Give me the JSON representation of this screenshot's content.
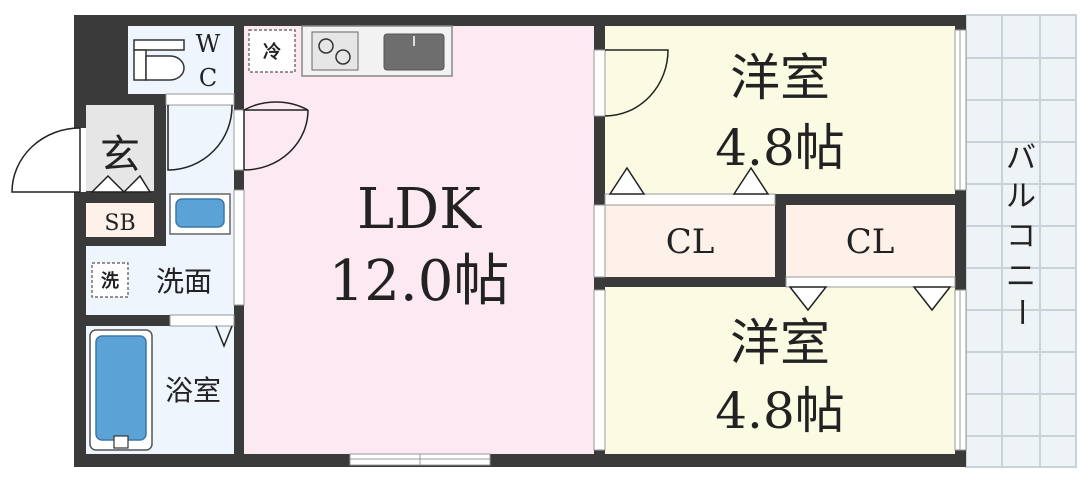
{
  "floorplan": {
    "rooms": {
      "ldk": {
        "name": "LDK",
        "size": "12.0帖"
      },
      "western_1": {
        "name": "洋室",
        "size": "4.8帖"
      },
      "western_2": {
        "name": "洋室",
        "size": "4.8帖"
      },
      "closet_1": {
        "name": "CL"
      },
      "closet_2": {
        "name": "CL"
      },
      "entrance": {
        "name": "玄"
      },
      "shoe_box": {
        "name": "SB"
      },
      "toilet": {
        "name_top": "W",
        "name_bottom": "C"
      },
      "washroom": {
        "name": "洗面"
      },
      "bathroom": {
        "name": "浴室"
      },
      "balcony": {
        "chars": [
          "バ",
          "ル",
          "コ",
          "ニ",
          "ー"
        ]
      }
    },
    "fixtures": {
      "fridge": "冷",
      "washer": "洗"
    },
    "colors": {
      "wall": "#3a3a3a",
      "ldk_floor": "#fde9f1",
      "western_floor": "#fbfbe3",
      "closet_floor": "#fdf1ea",
      "wet_floor": "#eef5fc",
      "balcony_floor": "#eef3f6",
      "fixture_blue": "#5ba3d6"
    }
  }
}
